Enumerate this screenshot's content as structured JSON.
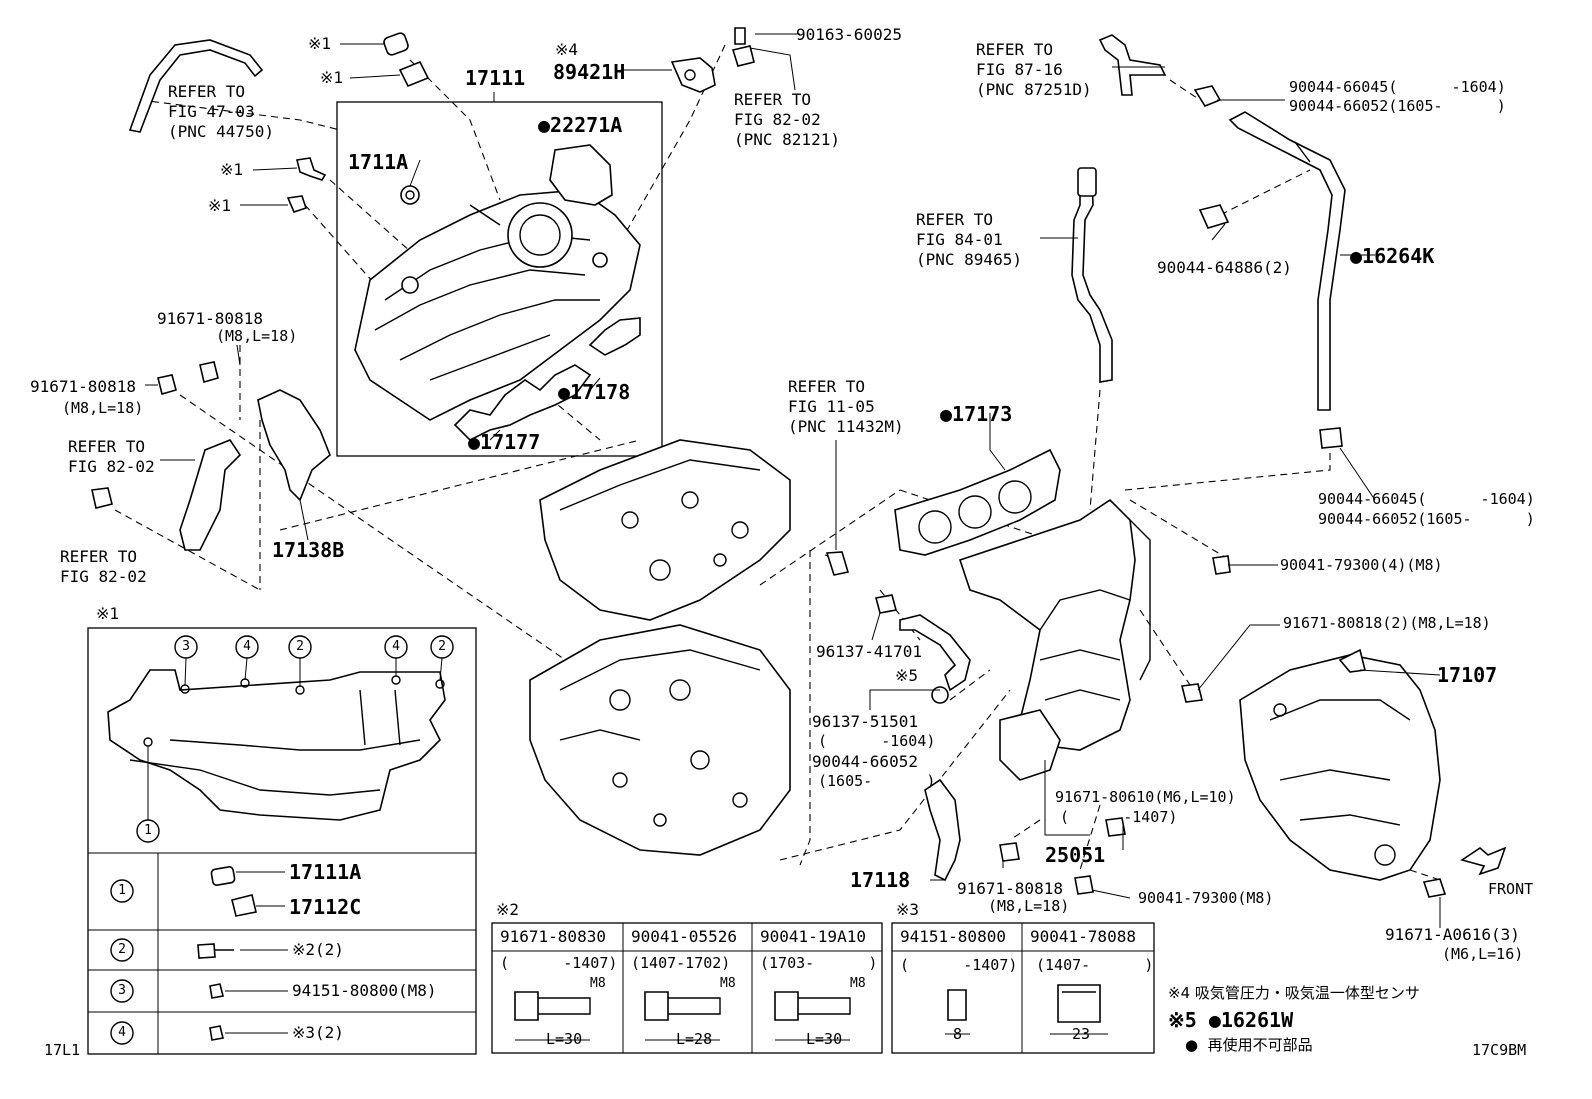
{
  "labels": {
    "refer_4703": "REFER TO\nFIG 47-03\n(PNC 44750)",
    "note1_a": "※1",
    "note1_b": "※1",
    "note1_c": "※1",
    "note1_d": "※1",
    "p17111": "17111",
    "note4": "※4",
    "p89421H": "89421H",
    "p90163": "90163-60025",
    "refer_8202a": "REFER TO\nFIG 82-02\n(PNC 82121)",
    "p22271A": "●22271A",
    "p1711A": "1711A",
    "refer_8716": "REFER TO\nFIG 87-16\n(PNC 87251D)",
    "p90044_66045_top": "90044-66045(      -1604)",
    "p90044_66052_top": "90044-66052(1605-      )",
    "p90044_64886": "90044-64886(2)",
    "p16264K": "●16264K",
    "refer_8401": "REFER TO\nFIG 84-01\n(PNC 89465)",
    "p91671_80818_a": "91671-80818",
    "p91671_80818_a_spec": "(M8,L=18)",
    "p91671_80818_b": "91671-80818",
    "p91671_80818_b_spec": "(M8,L=18)",
    "p17178": "●17178",
    "p17177": "●17177",
    "refer_8202b": "REFER TO\nFIG 82-02",
    "refer_8202c": "REFER TO\nFIG 82-02",
    "p17138B": "17138B",
    "refer_1105": "REFER TO\nFIG 11-05\n(PNC 11432M)",
    "p17173": "●17173",
    "p90044_66045_mid": "90044-66045(      -1604)",
    "p90044_66052_mid": "90044-66052(1605-      )",
    "p90041_79300_4": "90041-79300(4)(M8)",
    "p91671_80818_2": "91671-80818(2)(M8,L=18)",
    "p17107": "17107",
    "p96137_41701": "96137-41701",
    "note5": "※5",
    "p96137_51501": "96137-51501",
    "p96137_51501_r": "(      -1604)",
    "p90044_66052_low": "90044-66052",
    "p90044_66052_low_r": "(1605-      )",
    "p91671_80610": "91671-80610(M6,L=10)",
    "p91671_80610_r": "(      -1407)",
    "p25051": "25051",
    "p17118": "17118",
    "p91671_80818_c": "91671-80818",
    "p91671_80818_c_spec": "(M8,L=18)",
    "p90041_79300_m8": "90041-79300(M8)",
    "front": "FRONT",
    "p91671_A0616": "91671-A0616(3)",
    "p91671_A0616_spec": "(M6,L=16)",
    "inset_title": "※1",
    "n1": "1",
    "n2": "2",
    "n3": "3",
    "n4": "4",
    "p17111A_t": "17111A",
    "p17112C_t": "17112C",
    "t_row2": "※2(2)",
    "t_row3": "94151-80800(M8)",
    "t_row4": "※3(2)",
    "note2": "※2",
    "note3": "※3",
    "jp_note4": "※4 吸気管圧力・吸気温一体型センサ",
    "jp_note5": "※5 ●16261W",
    "jp_legend": "●  再使用不可部品",
    "code_left": "17L1",
    "code_right": "17C9BM"
  },
  "inset_table": [
    {
      "num": "1",
      "parts": [
        "17111A",
        "17112C"
      ]
    },
    {
      "num": "2",
      "parts": [
        "※2(2)"
      ]
    },
    {
      "num": "3",
      "parts": [
        "94151-80800(M8)"
      ]
    },
    {
      "num": "4",
      "parts": [
        "※3(2)"
      ]
    }
  ],
  "table2": {
    "cols": [
      {
        "part": "91671-80830",
        "range": "(      -1407)",
        "thread": "M8",
        "length": "L=30"
      },
      {
        "part": "90041-05526",
        "range": "(1407-1702)",
        "thread": "M8",
        "length": "L=28"
      },
      {
        "part": "90041-19A10",
        "range": "(1703-      )",
        "thread": "M8",
        "length": "L=30"
      }
    ]
  },
  "table3": {
    "cols": [
      {
        "part": "94151-80800",
        "range": "(      -1407)",
        "size": "8"
      },
      {
        "part": "90041-78088",
        "range": "(1407-      )",
        "size": "23"
      }
    ]
  }
}
